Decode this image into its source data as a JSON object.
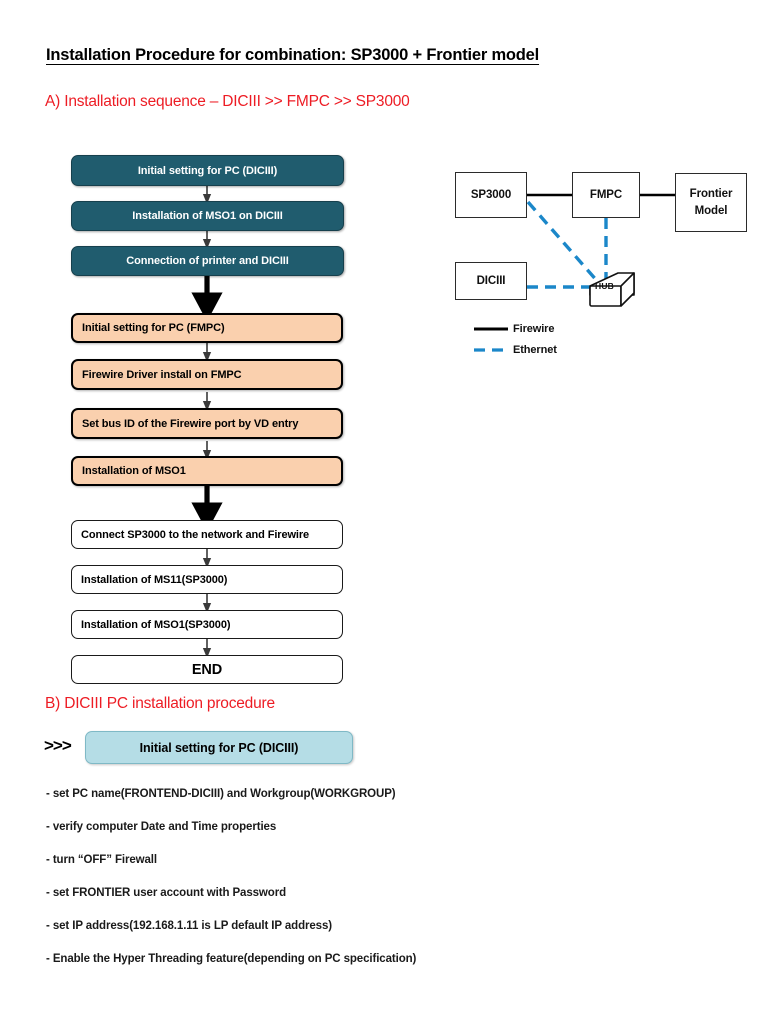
{
  "document": {
    "title": "Installation Procedure for combination: SP3000 + Frontier model",
    "accent_red": "#ED1C24",
    "teal": "#205C6E",
    "peach": "#FAD0AE",
    "light_blue": "#B5DDE6",
    "ethernet_blue": "#1B87C9"
  },
  "section_a": {
    "heading": "A) Installation sequence – DICIII >> FMPC >> SP3000",
    "flow_steps": [
      {
        "label": "Initial setting for PC (DICIII)",
        "style": "teal"
      },
      {
        "label": "Installation of MSO1 on DICIII",
        "style": "teal"
      },
      {
        "label": "Connection of printer and DICIII",
        "style": "teal"
      },
      {
        "label": "Initial setting for PC (FMPC)",
        "style": "peach"
      },
      {
        "label": "Firewire Driver install on FMPC",
        "style": "peach"
      },
      {
        "label": "Set bus ID of the Firewire port by VD entry",
        "style": "peach"
      },
      {
        "label": "Installation of MSO1",
        "style": "peach"
      },
      {
        "label": "Connect SP3000 to the network and Firewire",
        "style": "plain"
      },
      {
        "label": "Installation of MS11(SP3000)",
        "style": "plain"
      },
      {
        "label": "Installation of MSO1(SP3000)",
        "style": "plain"
      },
      {
        "label": "END",
        "style": "plain-center"
      }
    ]
  },
  "network_diagram": {
    "nodes": [
      {
        "id": "sp3000",
        "label": "SP3000"
      },
      {
        "id": "fmpc",
        "label": "FMPC"
      },
      {
        "id": "frontier",
        "label": "Frontier\nModel"
      },
      {
        "id": "diciii",
        "label": "DICIII"
      },
      {
        "id": "hub",
        "label": "HUB"
      }
    ],
    "legend": [
      {
        "label": "Firewire",
        "line": "solid",
        "color": "#000000"
      },
      {
        "label": "Ethernet",
        "line": "dashed",
        "color": "#1B87C9"
      }
    ]
  },
  "section_b": {
    "heading": "B) DICIII PC installation procedure",
    "chevron": ">>>",
    "step_label": "Initial setting for PC (DICIII)",
    "bullets": [
      "- set PC name(FRONTEND-DICIII) and Workgroup(WORKGROUP)",
      "- verify computer Date and Time properties",
      "- turn “OFF” Firewall",
      "- set FRONTIER user account with Password",
      "- set IP address(192.168.1.11 is LP default IP address)",
      "- Enable the Hyper Threading feature(depending on PC specification)"
    ]
  }
}
